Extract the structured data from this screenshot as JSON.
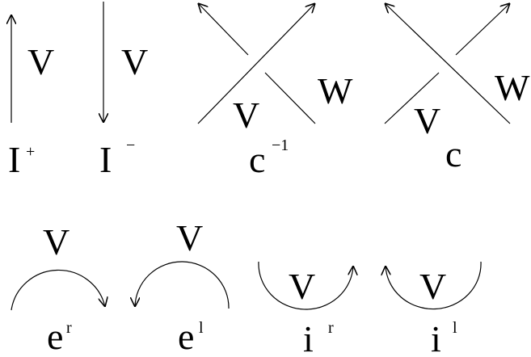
{
  "diagram": {
    "colors": {
      "ink": "#000000",
      "background": "#ffffff"
    },
    "identity_up": {
      "strand_label": "V",
      "name": "I",
      "superscript": "+"
    },
    "identity_down": {
      "strand_label": "V",
      "name": "I",
      "superscript": "−"
    },
    "crossing_inverse": {
      "left_label": "V",
      "right_label": "W",
      "name": "c",
      "superscript": "−1"
    },
    "crossing": {
      "left_label": "V",
      "right_label": "W",
      "name": "c"
    },
    "evaluation_right": {
      "label": "V",
      "name": "e",
      "superscript": "r"
    },
    "evaluation_left": {
      "label": "V",
      "name": "e",
      "superscript": "l"
    },
    "coevaluation_right": {
      "label": "V",
      "name": "i",
      "superscript": "r"
    },
    "coevaluation_left": {
      "label": "V",
      "name": "i",
      "superscript": "l"
    }
  }
}
